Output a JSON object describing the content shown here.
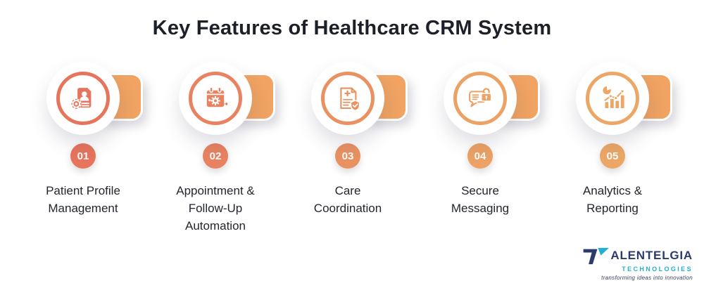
{
  "title": "Key Features of Healthcare CRM System",
  "items": [
    {
      "number": "01",
      "label": "Patient Profile\nManagement",
      "icon": "patient-profile-icon",
      "accent": "#E7745C"
    },
    {
      "number": "02",
      "label": "Appointment &\nFollow-Up\nAutomation",
      "icon": "appointment-calendar-icon",
      "accent": "#E98261"
    },
    {
      "number": "03",
      "label": "Care\nCoordination",
      "icon": "care-coordination-icon",
      "accent": "#EA9162"
    },
    {
      "number": "04",
      "label": "Secure\nMessaging",
      "icon": "secure-messaging-icon",
      "accent": "#ECA165"
    },
    {
      "number": "05",
      "label": "Analytics &\nReporting",
      "icon": "analytics-reporting-icon",
      "accent": "#ECA766"
    }
  ],
  "colors": {
    "background": "#FFFFFF",
    "square": "#F0A362",
    "title_text": "#1D1F29",
    "label_text": "#23262E",
    "logo_navy": "#2C3B6C",
    "logo_teal": "#23AFD0"
  },
  "logo": {
    "name": "TALENTELGIA",
    "wordmark_rest": "ALENTELGIA",
    "subtitle": "TECHNOLOGIES",
    "tagline": "transforming ideas into innovation"
  }
}
